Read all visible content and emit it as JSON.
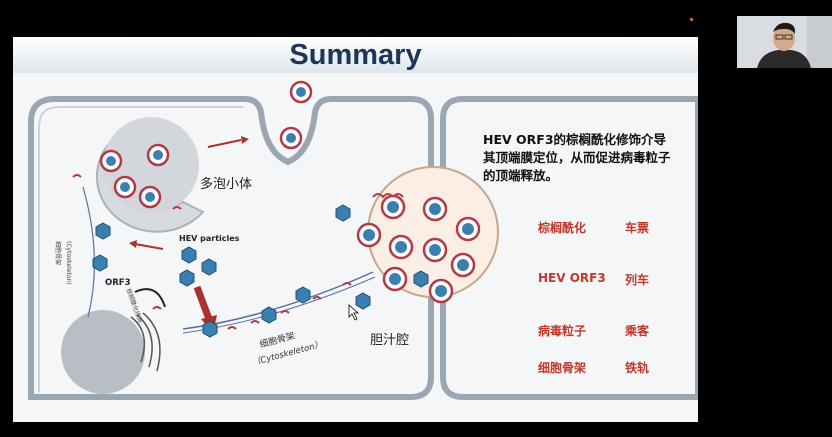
{
  "slide": {
    "title": "Summary",
    "labels": {
      "mvb": "多泡小体",
      "hev_particles": "HEV particles",
      "orf3": "ORF3",
      "bile_canaliculus": "胆汁腔",
      "cytoskeleton_cn": "细胞骨架",
      "cytoskeleton_en": "（Cytoskeleton）",
      "left_cytoskeleton_cn": "细胞骨架",
      "left_cytoskeleton_en": "(Cytoskeleton)",
      "palmitoylation_small": "棕榈酰化修饰"
    },
    "description_lines": [
      "HEV ORF3的棕榈酰化修饰介导",
      "其顶端膜定位，从而促进病毒粒子",
      "的顶端释放。"
    ],
    "analogies": [
      {
        "term": "棕榈酰化",
        "meaning": "车票"
      },
      {
        "term": "HEV ORF3",
        "meaning": "列车"
      },
      {
        "term": "病毒粒子",
        "meaning": "乘客"
      },
      {
        "term": "细胞骨架",
        "meaning": "铁轨"
      }
    ]
  },
  "colors": {
    "title": "#1d3557",
    "analogy_red": "#c0392b",
    "virus_blue": "#3b7fb0",
    "membrane_gray": "#9aa7b3"
  },
  "icons": {
    "cursor": "mouse-pointer-icon"
  }
}
